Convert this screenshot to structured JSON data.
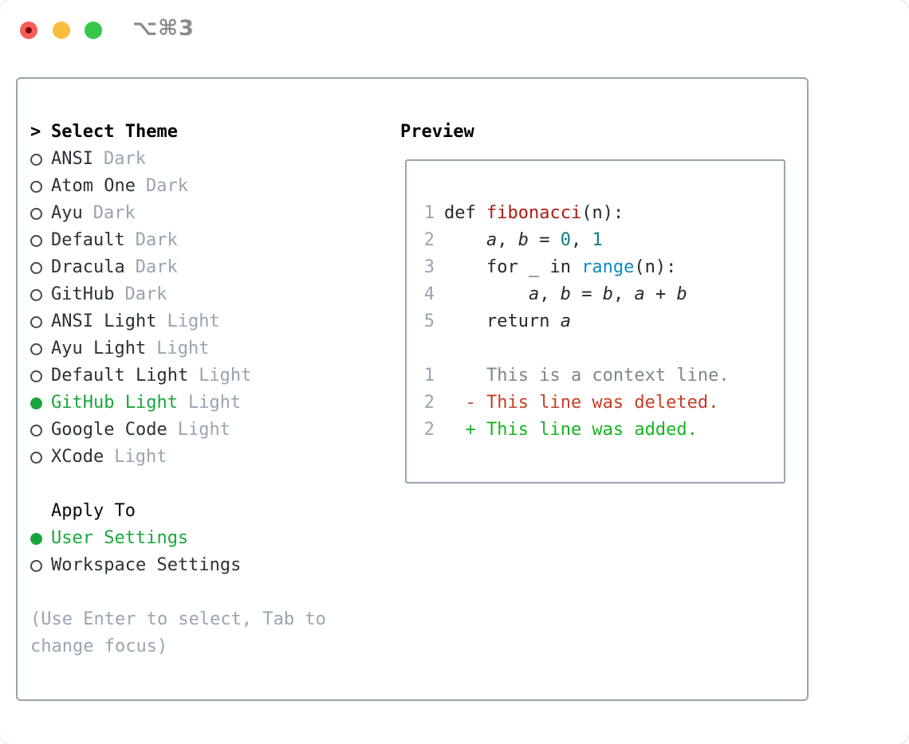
{
  "titlebar": {
    "title": "⌥⌘3"
  },
  "theme_menu": {
    "prompt": ">",
    "heading": "Select Theme",
    "items": [
      {
        "name": "ANSI",
        "tag": "Dark",
        "selected": false
      },
      {
        "name": "Atom One",
        "tag": "Dark",
        "selected": false
      },
      {
        "name": "Ayu",
        "tag": "Dark",
        "selected": false
      },
      {
        "name": "Default",
        "tag": "Dark",
        "selected": false
      },
      {
        "name": "Dracula",
        "tag": "Dark",
        "selected": false
      },
      {
        "name": "GitHub",
        "tag": "Dark",
        "selected": false
      },
      {
        "name": "ANSI Light",
        "tag": "Light",
        "selected": false
      },
      {
        "name": "Ayu Light",
        "tag": "Light",
        "selected": false
      },
      {
        "name": "Default Light",
        "tag": "Light",
        "selected": false
      },
      {
        "name": "GitHub Light",
        "tag": "Light",
        "selected": true
      },
      {
        "name": "Google Code",
        "tag": "Light",
        "selected": false
      },
      {
        "name": "XCode",
        "tag": "Light",
        "selected": false
      }
    ]
  },
  "apply_to": {
    "heading": "Apply To",
    "options": [
      {
        "name": "User Settings",
        "selected": true
      },
      {
        "name": "Workspace Settings",
        "selected": false
      }
    ]
  },
  "footer_hint": "(Use Enter to select, Tab to\nchange focus)",
  "preview": {
    "heading": "Preview",
    "code_lines": [
      {
        "num": "1",
        "segments": [
          {
            "t": "def ",
            "c": "text"
          },
          {
            "t": "fibonacci",
            "c": "func"
          },
          {
            "t": "(n):",
            "c": "text"
          }
        ]
      },
      {
        "num": "2",
        "segments": [
          {
            "t": "    ",
            "c": "text"
          },
          {
            "t": "a",
            "c": "var"
          },
          {
            "t": ", ",
            "c": "text"
          },
          {
            "t": "b",
            "c": "var"
          },
          {
            "t": " = ",
            "c": "text"
          },
          {
            "t": "0",
            "c": "num"
          },
          {
            "t": ", ",
            "c": "text"
          },
          {
            "t": "1",
            "c": "num"
          }
        ]
      },
      {
        "num": "3",
        "segments": [
          {
            "t": "    for _ in ",
            "c": "text"
          },
          {
            "t": "range",
            "c": "builtin"
          },
          {
            "t": "(n):",
            "c": "text"
          }
        ]
      },
      {
        "num": "4",
        "segments": [
          {
            "t": "        ",
            "c": "text"
          },
          {
            "t": "a",
            "c": "var"
          },
          {
            "t": ", ",
            "c": "text"
          },
          {
            "t": "b",
            "c": "var"
          },
          {
            "t": " = ",
            "c": "text"
          },
          {
            "t": "b",
            "c": "var"
          },
          {
            "t": ", ",
            "c": "text"
          },
          {
            "t": "a",
            "c": "var"
          },
          {
            "t": " + ",
            "c": "text"
          },
          {
            "t": "b",
            "c": "var"
          }
        ]
      },
      {
        "num": "5",
        "segments": [
          {
            "t": "    return ",
            "c": "text"
          },
          {
            "t": "a",
            "c": "var"
          }
        ]
      }
    ],
    "diff_lines": [
      {
        "num": "1",
        "segments": [
          {
            "t": "    This is a context line.",
            "c": "context"
          }
        ]
      },
      {
        "num": "2",
        "segments": [
          {
            "t": "  - This line was deleted.",
            "c": "deleted"
          }
        ]
      },
      {
        "num": "2",
        "segments": [
          {
            "t": "  + This line was added.",
            "c": "added"
          }
        ]
      }
    ]
  },
  "colors": {
    "selected_green": "#1aa53c",
    "added_green": "#16b422",
    "deleted_red": "#c63e26",
    "function_red": "#ab1d12",
    "number_teal": "#0f7e84",
    "builtin_blue": "#0e8ac2",
    "muted_gray": "#9aa4b0",
    "context_gray": "#7d8590",
    "border_gray": "#9aa4b1",
    "traffic_red": "#f55f58",
    "traffic_yellow": "#f9bd40",
    "traffic_green": "#35c74a"
  }
}
